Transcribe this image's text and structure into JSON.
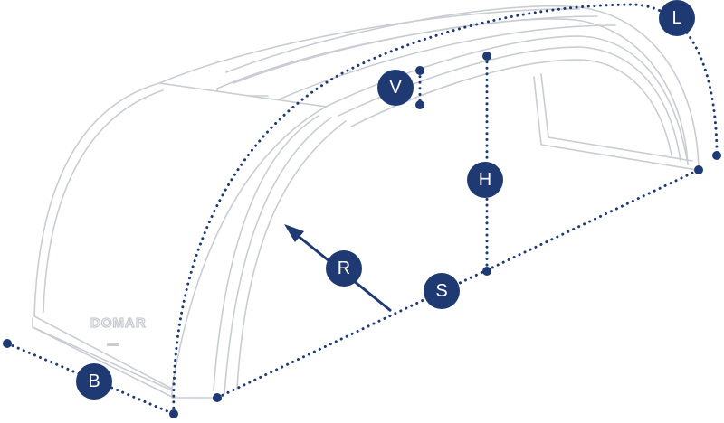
{
  "brand": {
    "logo_text": "DOMAR"
  },
  "dimensions": [
    {
      "key": "L",
      "label": "L"
    },
    {
      "key": "V",
      "label": "V"
    },
    {
      "key": "H",
      "label": "H"
    },
    {
      "key": "R",
      "label": "R"
    },
    {
      "key": "S",
      "label": "S"
    },
    {
      "key": "B",
      "label": "B"
    }
  ],
  "colors": {
    "accent": "#1f3a73",
    "outline": "#c9cdd3",
    "background": "#ffffff"
  }
}
